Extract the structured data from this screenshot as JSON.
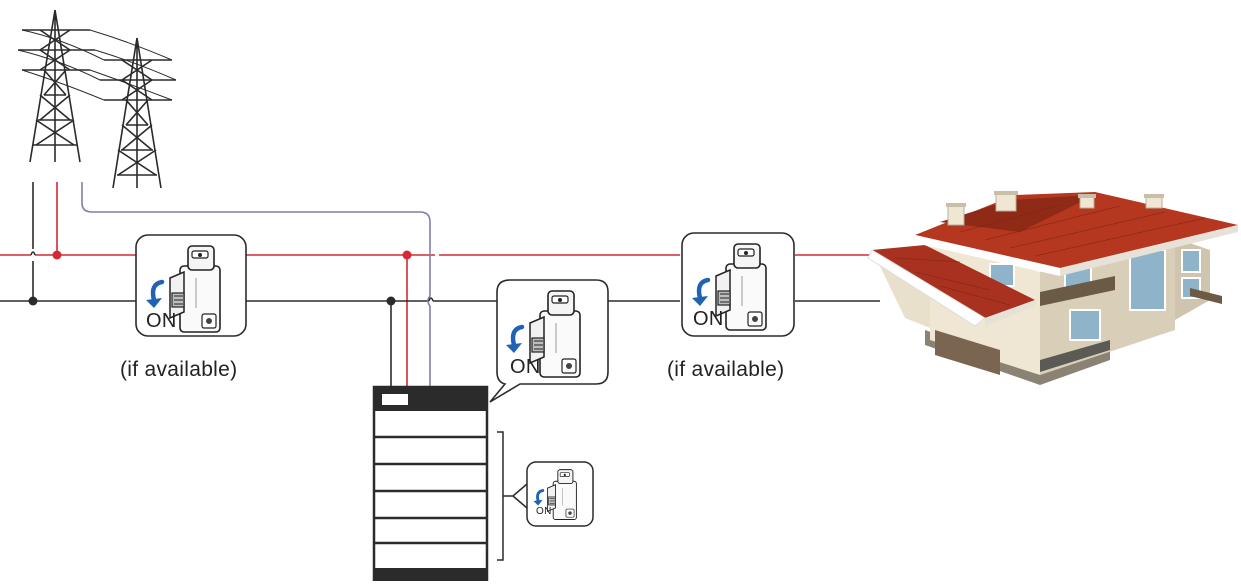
{
  "colors": {
    "live": "#d42a35",
    "neutral": "#2b2b2b",
    "earth": "#7f7fa8",
    "arrow": "#1f63b3",
    "roof": "#a8321f",
    "wall": "#efe6d3"
  },
  "breakers": [
    {
      "id": "main-breaker",
      "on_label": "ON",
      "note": "(if available)"
    },
    {
      "id": "battery-breaker",
      "on_label": "ON"
    },
    {
      "id": "house-breaker",
      "on_label": "ON",
      "note": "(if available)"
    },
    {
      "id": "module-breaker",
      "on_label": "ON"
    }
  ],
  "icons": [
    "power-pylon-icon",
    "circuit-breaker-icon",
    "battery-cabinet-icon",
    "house-icon",
    "switch-on-arrow-icon"
  ]
}
